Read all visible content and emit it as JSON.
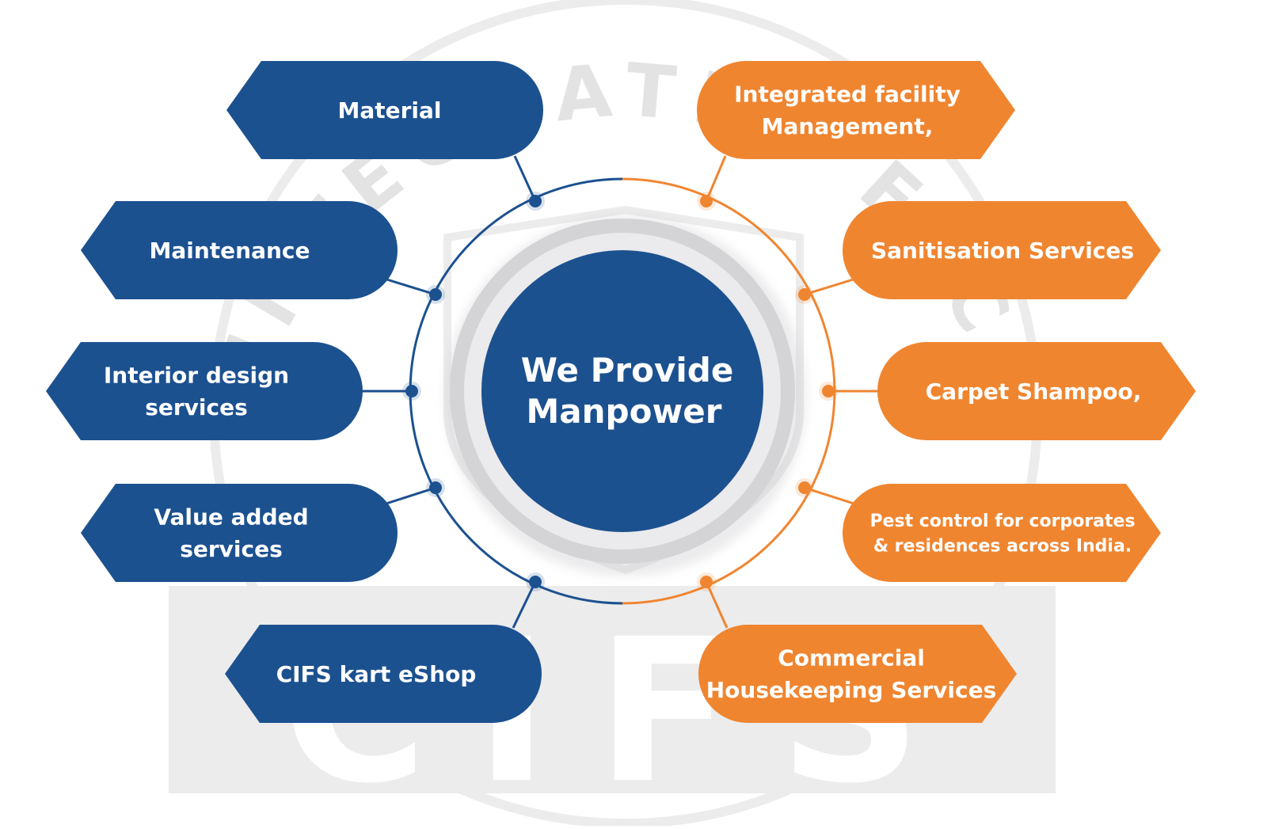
{
  "colors": {
    "blue": "#1c5190",
    "orange": "#f08530",
    "watermark": "#dcdcdc",
    "ring_shadow": "#cfcfd2",
    "background": "#ffffff"
  },
  "center": {
    "line1": "We Provide",
    "line2": "Manpower"
  },
  "left_items": [
    {
      "lines": [
        "Material"
      ]
    },
    {
      "lines": [
        "Maintenance"
      ]
    },
    {
      "lines": [
        "Interior design",
        "services"
      ]
    },
    {
      "lines": [
        "Value added",
        "services"
      ]
    },
    {
      "lines": [
        "CIFS kart eShop"
      ]
    }
  ],
  "right_items": [
    {
      "lines": [
        "Integrated facility",
        "Management,"
      ]
    },
    {
      "lines": [
        "Sanitisation Services"
      ]
    },
    {
      "lines": [
        "Carpet Shampoo,"
      ]
    },
    {
      "lines": [
        "Pest control for corporates",
        "& residences across India."
      ]
    },
    {
      "lines": [
        "Commercial",
        "Housekeeping Services"
      ]
    }
  ],
  "watermark": {
    "arc_text": "INTEGRATED FACILITY SERVICES",
    "wordmark": "CIFS"
  }
}
